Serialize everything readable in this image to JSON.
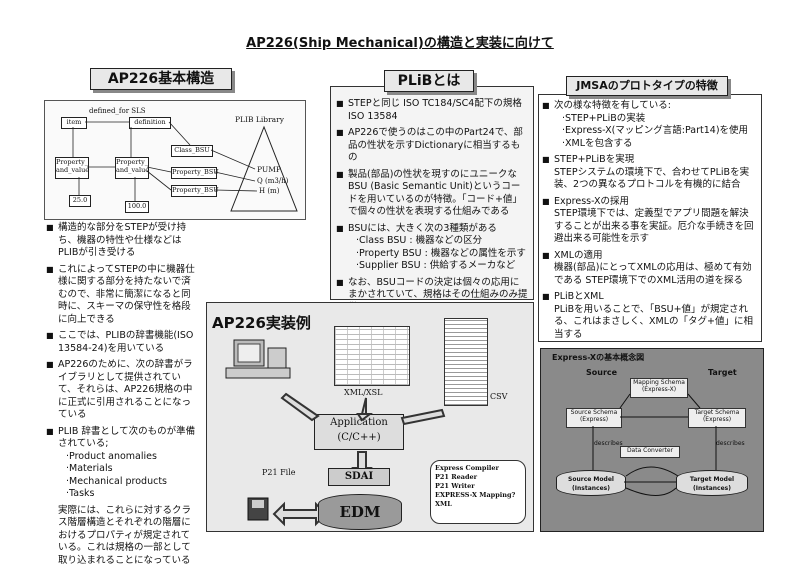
{
  "title": "AP226(Ship Mechanical)の構造と実装に向けて",
  "left": {
    "header": "AP226基本構造",
    "diagram": {
      "item": "item",
      "defined_for": "defined_for SLS",
      "definition": "definition",
      "library": "PLIB Library",
      "class_bsu": "Class_BSU",
      "prop_value1": "Property_ and_value",
      "prop_value2": "Property_ and_value",
      "prop_bsu1": "Property_BSU",
      "prop_bsu2": "Property_BSU",
      "val1": "25.0",
      "val2": "100.0",
      "pump": "PUMP",
      "q": "Q (m3/h)",
      "h": "H (m)"
    },
    "bullets": [
      "構造的な部分をSTEPが受け持ち、機器の特性や仕様などはPLIBが引き受ける",
      "これによってSTEPの中に機器仕様に関する部分を持たないで済むので、非常に簡潔になると同時に、スキーマの保守性を格段に向上できる",
      "ここでは、PLIBの辞書機能(ISO 13584-24)を用いている",
      "AP226のために、次の辞書がライブラリとして提供されていて、それらは、AP226規格の中に正式に引用されることになっている",
      "PLIB 辞書として次のものが準備されている;"
    ],
    "dict_items": [
      "Product anomalies",
      "Materials",
      "Mechanical products",
      "Tasks"
    ],
    "note": "実際には、これらに対するクラス階層構造とそれぞれの階層におけるプロパティが規定されている。これは規格の一部として取り込まれることになっている"
  },
  "middle": {
    "header": "PLiBとは",
    "bullets": [
      "STEPと同じ ISO TC184/SC4配下の規格 ISO 13584",
      "AP226で使うのはこの中のPart24で、部品の性状を示すDictionaryに相当するもの",
      "製品(部品)の性状を現すのにユニークなBSU (Basic Semantic Unit)というコードを用いているのが特徴。「コード+値」で個々の性状を表現する仕組みである",
      "BSUには、大きく次の3種類がある",
      "なお、BSUコードの決定は個々の応用にまかされていて、規格はその仕組みのみ提供"
    ],
    "bsu_types": [
      "Class BSU : 機器などの区分",
      "Property BSU : 機器などの属性を示す",
      "Supplier BSU : 供給するメーカなど"
    ]
  },
  "impl": {
    "header": "AP226実装例",
    "xml": "XML/XSL",
    "csv": "CSV",
    "app": "Application",
    "lang": "(C/C++)",
    "p21": "P21 File",
    "sdai": "SDAI",
    "edm": "EDM",
    "tools": [
      "Express Compiler",
      "P21 Reader",
      "P21 Writer",
      "EXPRESS-X Mapping?",
      "XML"
    ]
  },
  "right": {
    "header": "JMSAのプロトタイプの特徴",
    "bullets": [
      "次の様な特徴を有している:",
      "STEP+PLiBを実現",
      "Express-Xの採用",
      "XMLの適用",
      "PLiBとXML"
    ],
    "features": [
      "STEP+PLiBの実装",
      "Express-X(マッピング言語:Part14)を使用",
      "XMLを包含する"
    ],
    "step_plib": "STEPシステムの環境下で、合わせてPLiBを実装、2つの異なるプロトコルを有機的に結合",
    "expressx": "STEP環境下では、定義型でアプリ間題を解決することが出来る事を実証。厄介な手続きを回避出来る可能性を示す",
    "xml": "機器(部品)にとってXMLの応用は、極めて有効である STEP環境下でのXML活用の道を探る",
    "plib_xml": "PLiBを用いることで、「BSU+値」が規定される、これはまさしく、XMLの「タグ+値」に相当する"
  },
  "express": {
    "title": "Express-Xの基本概念図",
    "source": "Source",
    "target": "Target",
    "mapping": "Mapping Schema (Express-X)",
    "src_schema": "Source Schema (Express)",
    "tgt_schema": "Target Schema (Express)",
    "converter": "Data Converter",
    "src_model": "Source Model (Instances)",
    "tgt_model": "Target Model (Instances)",
    "describes1": "describes",
    "describes2": "describes"
  }
}
